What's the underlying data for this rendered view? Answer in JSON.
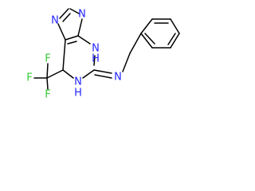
{
  "molecule": {
    "atoms": {
      "n_imidazole_top": {
        "symbol": "N",
        "element": "nitrogen",
        "color": "#2525ff"
      },
      "n_imidazole_left": {
        "symbol": "N",
        "element": "nitrogen",
        "color": "#2525ff"
      },
      "nh_ring_upper": {
        "symbol": "N",
        "hydrogen": "H",
        "element": "nitrogen",
        "color": "#2525ff"
      },
      "nh_ring_lower": {
        "symbol": "N",
        "hydrogen": "H",
        "element": "nitrogen",
        "color": "#2525ff"
      },
      "n_amine": {
        "symbol": "N",
        "element": "nitrogen",
        "color": "#2525ff"
      },
      "f_top": {
        "symbol": "F",
        "element": "fluorine",
        "color": "#33cc33"
      },
      "f_left": {
        "symbol": "F",
        "element": "fluorine",
        "color": "#33cc33"
      },
      "f_bottom": {
        "symbol": "F",
        "element": "fluorine",
        "color": "#33cc33"
      }
    },
    "bond_color": "#000000"
  }
}
